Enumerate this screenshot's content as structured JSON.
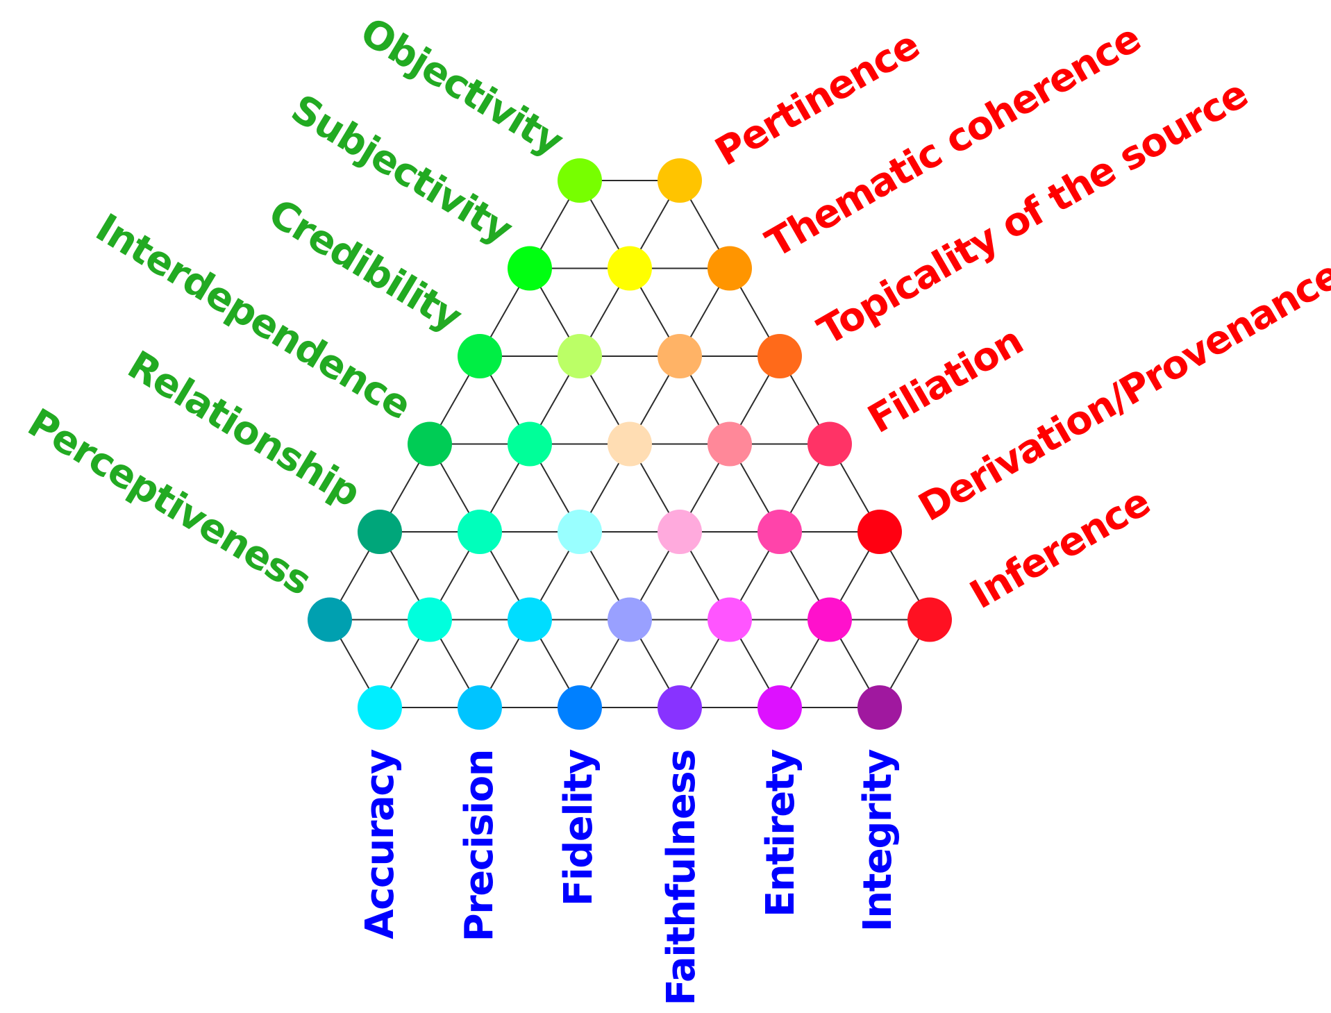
{
  "left_labels": [
    "Objectivity",
    "Subjectivity",
    "Credibility",
    "Interdependence",
    "Relationship",
    "Perceptiveness"
  ],
  "right_labels": [
    "Pertinence",
    "Thematic coherence",
    "Topicality of the source",
    "Filiation",
    "Derivation/Provenance",
    "Inference"
  ],
  "bottom_labels": [
    "Accuracy",
    "Precision",
    "Fidelity",
    "Faithfulness",
    "Entirety",
    "Integrity"
  ],
  "label_colors": {
    "left": "#22aa22",
    "right": "#ff0000",
    "bottom": "#0000ff"
  },
  "edge_color": "#2b2b2b",
  "grid": {
    "rows": [
      [
        "#77ff00",
        "#ffc400"
      ],
      [
        "#00ff11",
        "#ffff00",
        "#ff9500"
      ],
      [
        "#00ee44",
        "#bbff66",
        "#ffb366",
        "#ff6a1a"
      ],
      [
        "#00cc55",
        "#00ff99",
        "#ffddb3",
        "#ff8899",
        "#ff3366"
      ],
      [
        "#00a67a",
        "#00ffbb",
        "#99ffff",
        "#ffaadd",
        "#ff44aa",
        "#ff0011"
      ],
      [
        "#00a0b0",
        "#00ffdd",
        "#00ddff",
        "#99a0ff",
        "#ff55ff",
        "#ff11cc",
        "#ff1122"
      ],
      [
        "#00eeff",
        "#00c4ff",
        "#0080ff",
        "#8833ff",
        "#dd11ff",
        "#a0189f"
      ]
    ]
  }
}
